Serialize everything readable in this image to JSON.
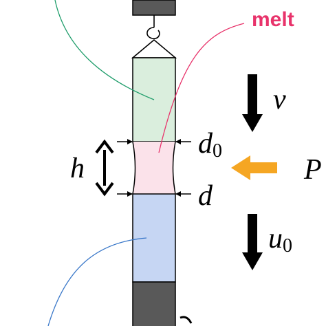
{
  "labels": {
    "melt": "melt",
    "v": "v",
    "d0_main": "d",
    "d0_sub": "0",
    "d": "d",
    "h": "h",
    "P": "P",
    "u0_main": "u",
    "u0_sub": "0"
  },
  "colors": {
    "upper_rod": "#daeedd",
    "melt_zone": "#fbe2ea",
    "lower_rod": "#c6d6f3",
    "holder": "#595959",
    "melt_text": "#e8336b",
    "pink_leader": "#e8336b",
    "green_leader": "#1f9d6b",
    "blue_leader": "#3a78c9",
    "heat_arrow": "#f5a623",
    "outline": "#000000"
  },
  "icons": {
    "heat": "left-arrow-icon",
    "v": "down-arrow-icon",
    "u0": "down-arrow-icon",
    "h": "double-headed-arrow-icon",
    "hook": "hook-icon"
  }
}
